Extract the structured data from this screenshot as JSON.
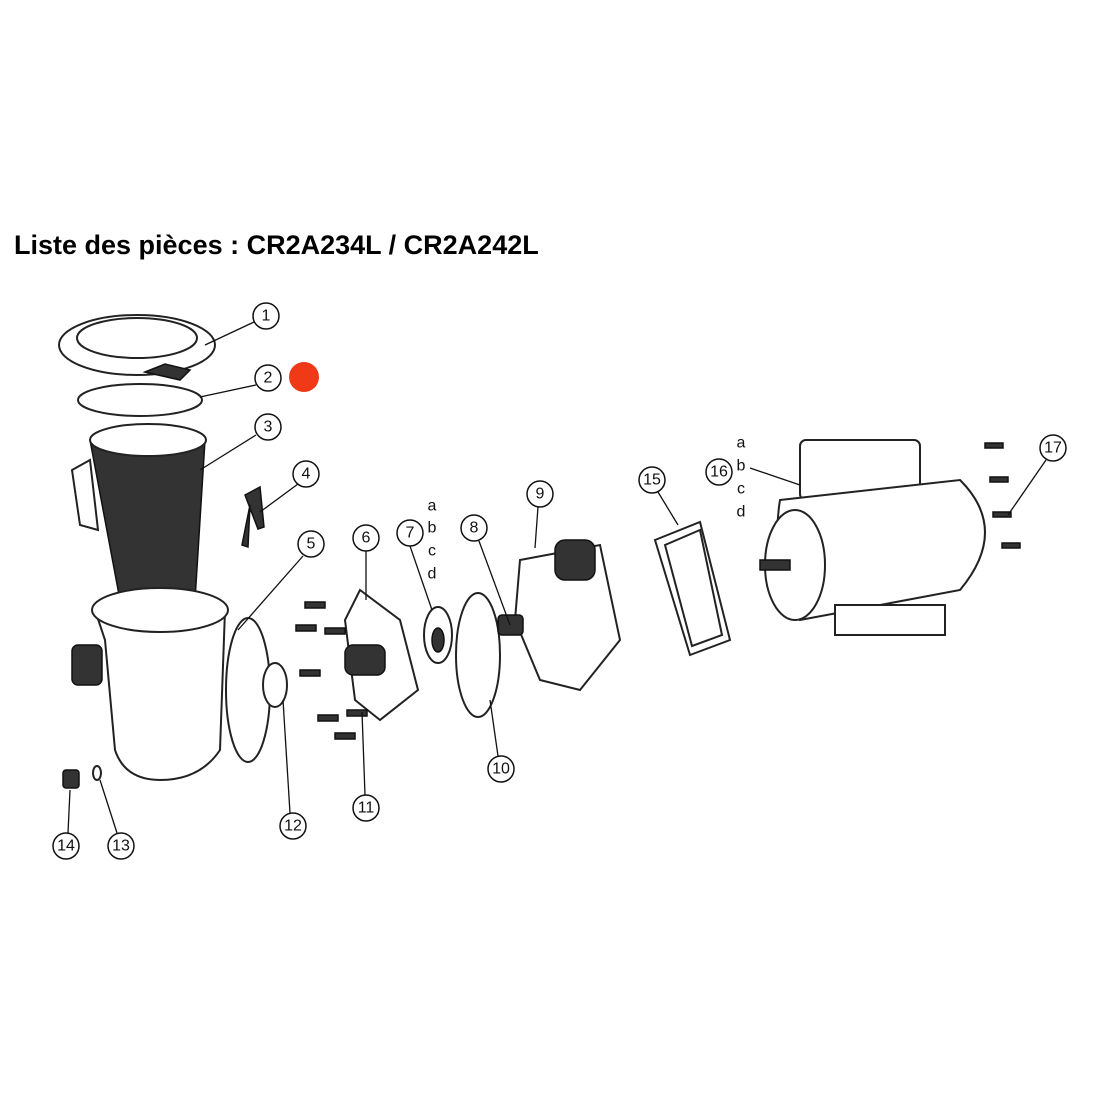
{
  "title": "Liste des pièces : CR2A234L / CR2A242L",
  "callouts": [
    "1",
    "2",
    "3",
    "4",
    "5",
    "6",
    "7",
    "8",
    "9",
    "10",
    "11",
    "12",
    "13",
    "14",
    "15",
    "16",
    "17"
  ],
  "variant_letters": [
    "a",
    "b",
    "c",
    "d"
  ],
  "marker_color": "#f03a17"
}
